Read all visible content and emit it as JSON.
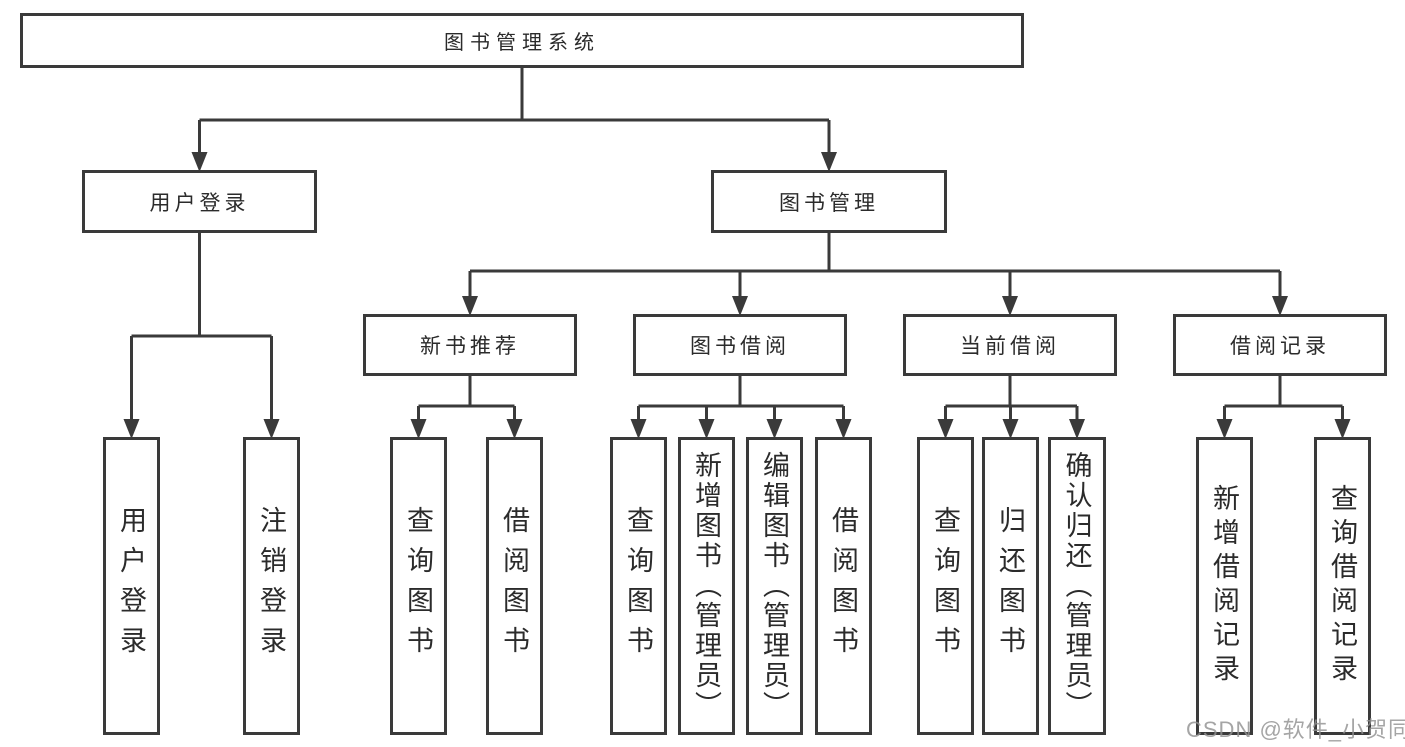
{
  "colors": {
    "line": "#3a3a3a",
    "text": "#2b2b2b",
    "box_background": "#ffffff",
    "page_background": "#ffffff",
    "watermark": "#919191"
  },
  "watermark": "CSDN @软件_小贺同学",
  "nodes": {
    "root": {
      "label": "图书管理系统"
    },
    "user_login": {
      "label": "用户登录"
    },
    "book_mgmt": {
      "label": "图书管理"
    },
    "new_book_recommend": {
      "label": "新书推荐"
    },
    "book_borrow": {
      "label": "图书借阅"
    },
    "current_borrow": {
      "label": "当前借阅"
    },
    "borrow_records": {
      "label": "借阅记录"
    },
    "leaf_user_login": {
      "label": "用户登录"
    },
    "leaf_logout": {
      "label": "注销登录"
    },
    "leaf_query_book_recommend": {
      "label": "查询图书"
    },
    "leaf_borrow_book_recommend": {
      "label": "借阅图书"
    },
    "leaf_query_book_borrow": {
      "label": "查询图书"
    },
    "leaf_add_book_admin": {
      "label": "新增图书（管理员）"
    },
    "leaf_edit_book_admin": {
      "label": "编辑图书（管理员）"
    },
    "leaf_borrow_book_borrow": {
      "label": "借阅图书"
    },
    "leaf_query_book_current": {
      "label": "查询图书"
    },
    "leaf_return_book": {
      "label": "归还图书"
    },
    "leaf_confirm_return_admin": {
      "label": "确认归还（管理员）"
    },
    "leaf_add_borrow_record": {
      "label": "新增借阅记录"
    },
    "leaf_query_borrow_record": {
      "label": "查询借阅记录"
    }
  },
  "edges": [
    {
      "from": "root",
      "to": [
        "user_login",
        "book_mgmt"
      ]
    },
    {
      "from": "user_login",
      "to": [
        "leaf_user_login",
        "leaf_logout"
      ]
    },
    {
      "from": "book_mgmt",
      "to": [
        "new_book_recommend",
        "book_borrow",
        "current_borrow",
        "borrow_records"
      ]
    },
    {
      "from": "new_book_recommend",
      "to": [
        "leaf_query_book_recommend",
        "leaf_borrow_book_recommend"
      ]
    },
    {
      "from": "book_borrow",
      "to": [
        "leaf_query_book_borrow",
        "leaf_add_book_admin",
        "leaf_edit_book_admin",
        "leaf_borrow_book_borrow"
      ]
    },
    {
      "from": "current_borrow",
      "to": [
        "leaf_query_book_current",
        "leaf_return_book",
        "leaf_confirm_return_admin"
      ]
    },
    {
      "from": "borrow_records",
      "to": [
        "leaf_add_borrow_record",
        "leaf_query_borrow_record"
      ]
    }
  ]
}
